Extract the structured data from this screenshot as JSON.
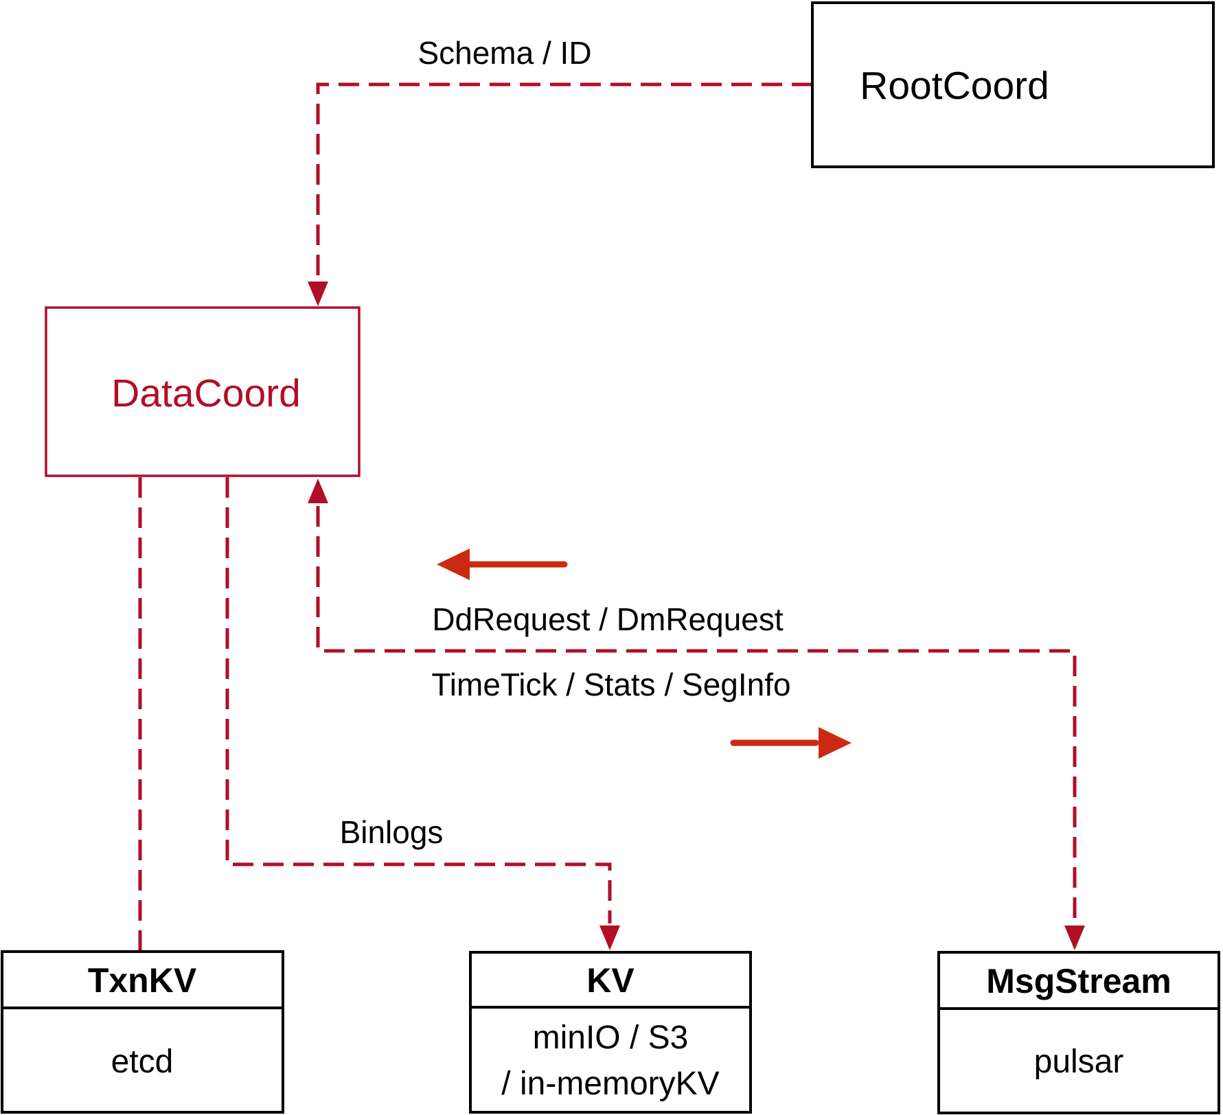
{
  "diagram": {
    "title_context": "DataCoord interaction diagram",
    "colors": {
      "edge_crimson": "#b10e28",
      "flow_arrow_red": "#cc2a10",
      "box_border_black": "#000000",
      "background": "#ffffff"
    },
    "nodes": {
      "rootcoord": {
        "label": "RootCoord"
      },
      "datacoord": {
        "label": "DataCoord"
      },
      "txnkv": {
        "title": "TxnKV",
        "subtitle": "etcd"
      },
      "kv": {
        "title": "KV",
        "subtitle_line1": "minIO / S3",
        "subtitle_line2": "/ in-memoryKV"
      },
      "msgstream": {
        "title": "MsgStream",
        "subtitle": "pulsar"
      }
    },
    "edge_labels": {
      "schema_id": "Schema / ID",
      "dd_dm_request": "DdRequest / DmRequest",
      "timetick_stats_seginfo": "TimeTick / Stats / SegInfo",
      "binlogs": "Binlogs"
    }
  }
}
